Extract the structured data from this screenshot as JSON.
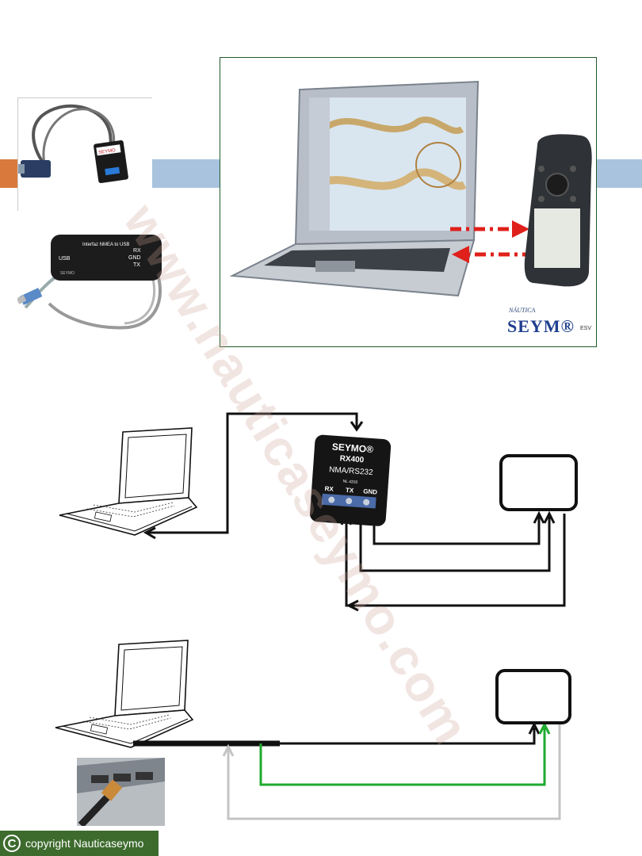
{
  "header_bands": {
    "left_color": "#d97a3c",
    "blue_color": "#a9c3de"
  },
  "usb_adapter_photo": {
    "device_labels": [
      "Interfaz NMEA to USB",
      "USB",
      "RX",
      "GND",
      "TX",
      "SEYMO"
    ]
  },
  "serial_adapter_photo": {
    "brand": "SEYMO"
  },
  "main_photo": {
    "logo_small": "NÁUTICA",
    "logo_brand": "SEYM®",
    "logo_suffix": "ESV"
  },
  "rs232_diagram": {
    "module": {
      "brand": "SEYMO®",
      "model": "RX400",
      "interface": "NMA/RS232",
      "ref": "NL 4310",
      "pins": [
        "RX",
        "TX",
        "GND"
      ]
    }
  },
  "watermark": "www.nauticaseymo.com",
  "copyright": {
    "icon": "copyright-icon",
    "text": "copyright  Nauticaseymo"
  },
  "colors": {
    "wire_black": "#111111",
    "wire_green": "#1faa2f",
    "wire_gray": "#c4c4c4",
    "arrow_red": "#e0201a",
    "copyright_bg": "#3d6b2e"
  }
}
